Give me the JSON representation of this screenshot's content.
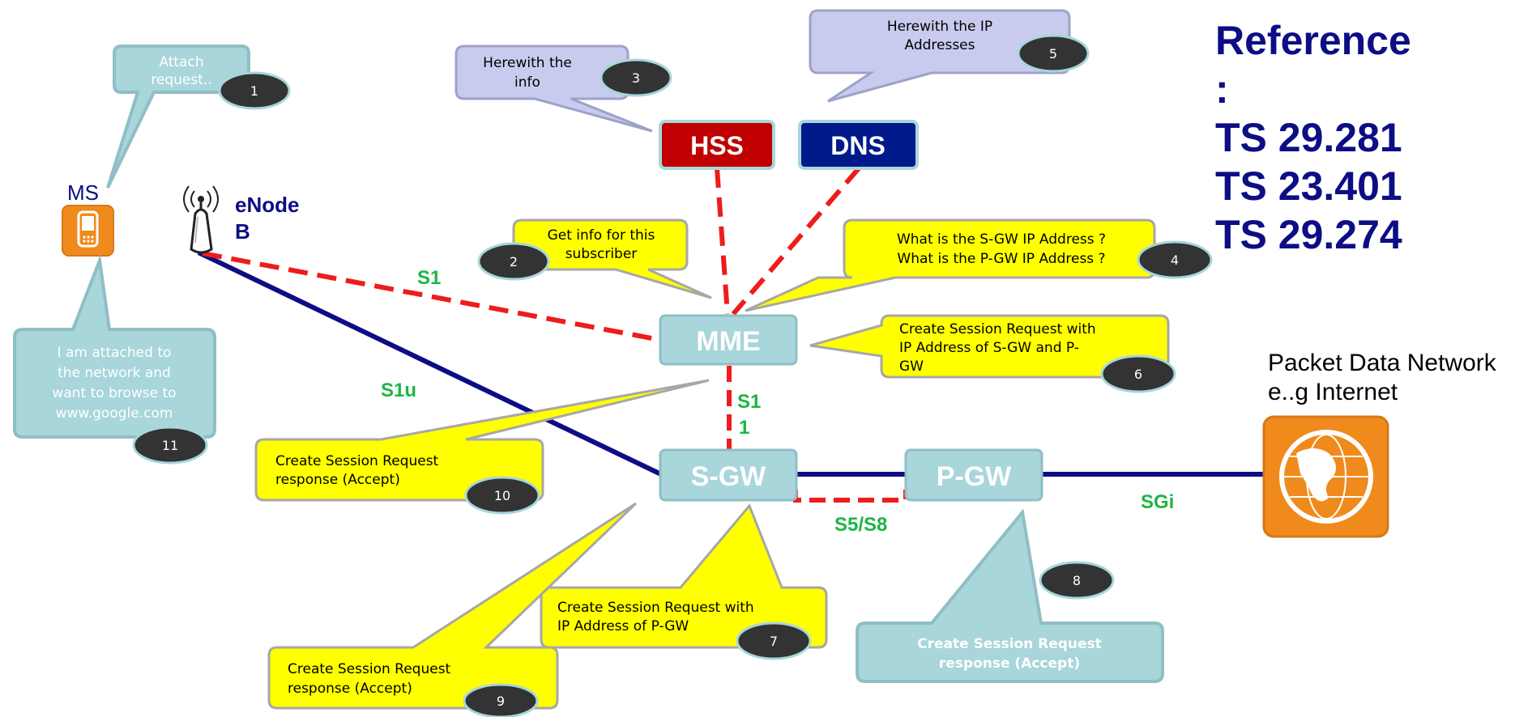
{
  "reference": {
    "title": "Reference",
    "colon": ":",
    "specs": [
      "TS 29.281",
      "TS 23.401",
      "TS 29.274"
    ]
  },
  "nodes": {
    "ms": "MS",
    "enodeb_line1": "eNode",
    "enodeb_line2": "B",
    "hss": "HSS",
    "dns": "DNS",
    "mme": "MME",
    "sgw": "S-GW",
    "pgw": "P-GW",
    "pdn_line1": "Packet Data Network",
    "pdn_line2": "e..g Internet"
  },
  "links": {
    "s1": "S1",
    "s1u": "S1u",
    "s11_line1": "S1",
    "s11_line2": "1",
    "s5s8": "S5/S8",
    "sgi": "SGi"
  },
  "callouts": {
    "c1": {
      "badge": "1",
      "lines": [
        "Attach",
        "request.."
      ]
    },
    "c2": {
      "badge": "2",
      "lines": [
        "Get info for this",
        "subscriber"
      ]
    },
    "c3": {
      "badge": "3",
      "lines": [
        "Herewith the",
        "info"
      ]
    },
    "c4": {
      "badge": "4",
      "lines": [
        "What is the S-GW IP Address ?",
        "What is the P-GW IP Address ?"
      ]
    },
    "c5": {
      "badge": "5",
      "lines": [
        "Herewith the IP",
        "Addresses"
      ]
    },
    "c6": {
      "badge": "6",
      "lines": [
        "Create Session Request  with",
        "IP Address of S-GW and P-",
        "GW"
      ]
    },
    "c7": {
      "badge": "7",
      "lines": [
        "Create Session Request with",
        "IP Address of P-GW"
      ]
    },
    "c8": {
      "badge": "8",
      "lines": [
        "Create Session Request",
        "response (Accept)"
      ]
    },
    "c9": {
      "badge": "9",
      "lines": [
        "Create Session Request",
        "response (Accept)"
      ]
    },
    "c10": {
      "badge": "10",
      "lines": [
        "Create Session Request",
        "response (Accept)"
      ]
    },
    "c11": {
      "badge": "11",
      "lines": [
        "I am attached to",
        "the network and",
        "want to browse to",
        "www.google.com"
      ]
    }
  },
  "colors": {
    "yellow_callout": "#ffff00",
    "teal_callout": "#a8d6da",
    "lavender_callout": "#c9cbee",
    "hss": "#c00000",
    "dns": "#001a8c",
    "node_fill": "#a8d6da",
    "line_blue": "#0d0d85",
    "line_red": "#ee1c1c",
    "label_green": "#1db544",
    "badge": "#333333",
    "orange_icon": "#f08a1c"
  },
  "icons": [
    "phone-icon",
    "antenna-icon",
    "globe-icon"
  ]
}
